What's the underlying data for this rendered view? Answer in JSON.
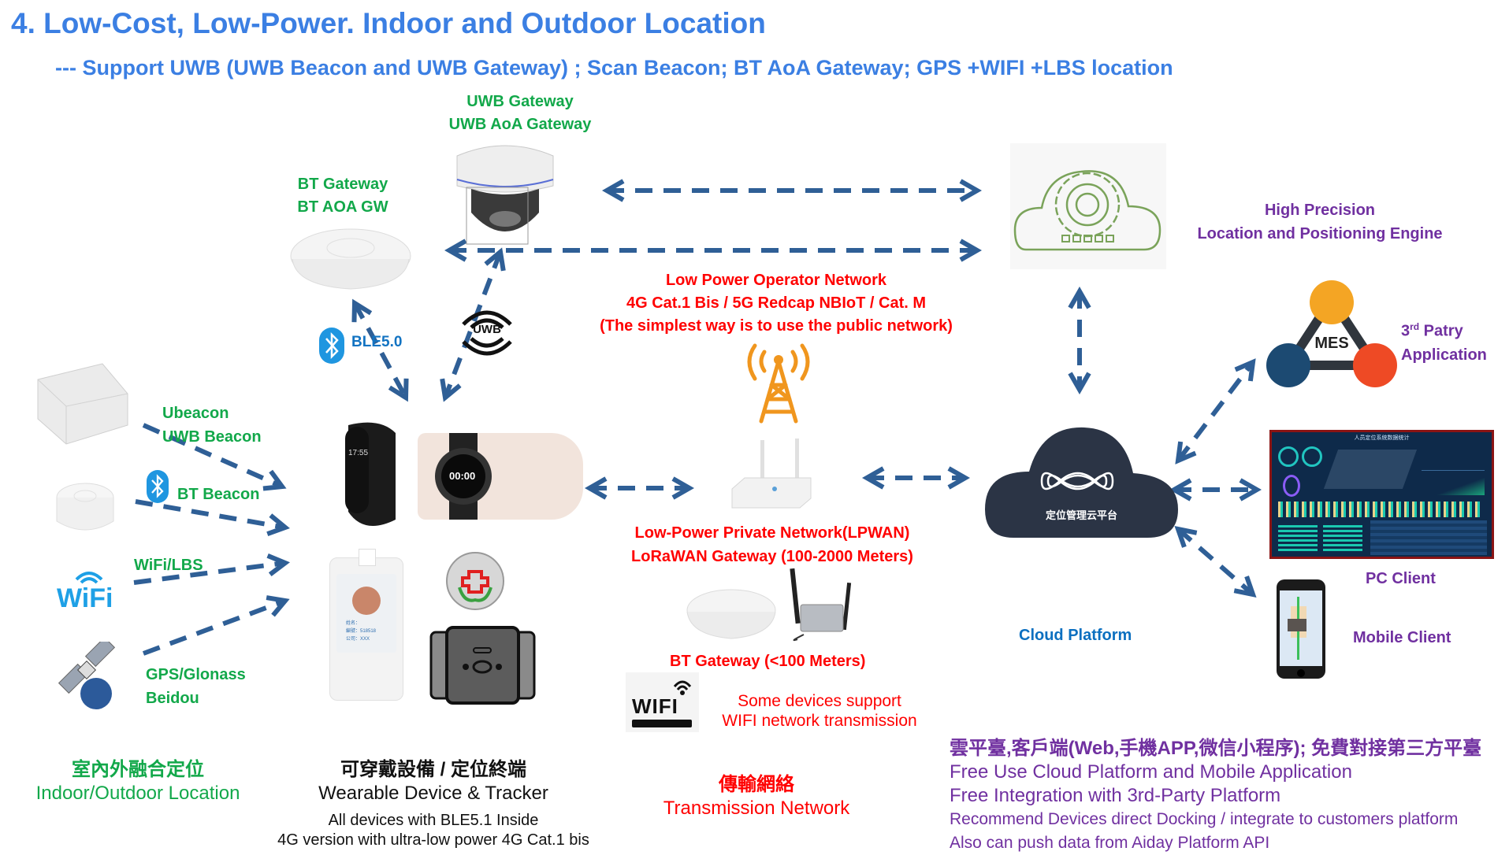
{
  "header": {
    "title": "4. Low-Cost, Low-Power. Indoor and Outdoor Location",
    "subtitle": "--- Support UWB (UWB Beacon and UWB Gateway) ; Scan Beacon;  BT AoA Gateway;  GPS +WIFI +LBS location"
  },
  "gateways": {
    "uwb_line1": "UWB  Gateway",
    "uwb_line2": "UWB AoA Gateway",
    "bt_line1": "BT Gateway",
    "bt_line2": "BT AOA GW",
    "ble_label": "BLE5.0",
    "uwb_badge": "UWB"
  },
  "engine": {
    "line1": "High Precision",
    "line2": "Location and Positioning  Engine"
  },
  "third_party": {
    "ordinal": "3",
    "ordinal_sup": "rd",
    "line1_rest": " Patry",
    "line2": "Application",
    "mes_label": "MES"
  },
  "operator_network": {
    "line1": "Low Power Operator Network",
    "line2": "4G Cat.1 Bis / 5G Redcap NBIoT / Cat. M",
    "line3": "(The simplest way is to use the public network)"
  },
  "beacons": {
    "ubeacon_line1": "Ubeacon",
    "ubeacon_line2": "UWB Beacon",
    "bt_beacon": "BT Beacon",
    "wifi_lbs": "WiFi/LBS",
    "wifi_logo": "WiFi",
    "gps_line1": "GPS/Glonass",
    "gps_line2": "Beidou"
  },
  "wearables": {
    "band_time": "17:55",
    "watch_time": "00:00",
    "badge_lines": [
      "姓名：",
      "編號：518518",
      "公司：XXX"
    ]
  },
  "private_network": {
    "line1": "Low-Power Private Network(LPWAN)",
    "line2": "LoRaWAN Gateway  (100-2000 Meters)",
    "bt_gateway": "BT Gateway  (<100 Meters)",
    "wifi_logo": "WIFI",
    "wifi_note1": "Some devices support",
    "wifi_note2": "WIFI network transmission"
  },
  "cloud": {
    "cloud_text": "定位管理云平台",
    "label": "Cloud Platform"
  },
  "clients": {
    "pc": "PC Client",
    "mobile": "Mobile Client",
    "dashboard_title": "人员定位系统数据统计"
  },
  "footer": {
    "indoor_cn": "室內外融合定位",
    "indoor_en": "Indoor/Outdoor Location",
    "wearable_cn": "可穿戴設備 / 定位終端",
    "wearable_en": "Wearable Device & Tracker",
    "wearable_note1": "All devices with BLE5.1 Inside",
    "wearable_note2": "4G version with ultra-low power 4G Cat.1 bis",
    "transmission_cn": "傳輸網絡",
    "transmission_en": "Transmission Network",
    "platform_cn": "雲平臺,客戶端(Web,手機APP,微信小程序); 免費對接第三方平臺",
    "platform_en1": "Free Use Cloud Platform and Mobile Application",
    "platform_en2": "Free Integration with 3rd-Party Platform",
    "platform_en3": "Recommend Devices direct Docking / integrate to customers platform",
    "platform_en4": "Also can push data from Aiday Platform API"
  },
  "colors": {
    "title_blue": "#3b7fe3",
    "label_green": "#12a84a",
    "network_red": "#ff0000",
    "platform_purple": "#7030a0",
    "arrow_blue": "#2f5f96",
    "cloud_dark": "#2b3445",
    "tower_orange": "#f0961e"
  }
}
